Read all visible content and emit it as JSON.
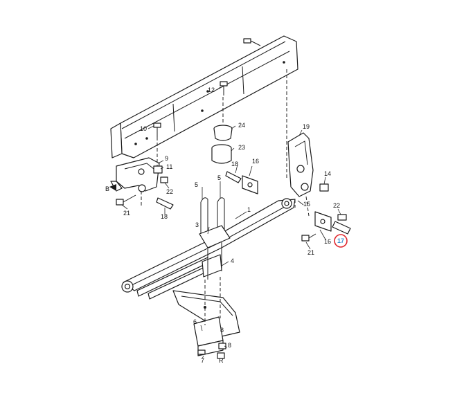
{
  "diagram": {
    "highlight_color": "#e0262d",
    "highlight_text_color": "#3a8fd0",
    "callouts": {
      "c1": "1",
      "c3": "3",
      "c4": "4",
      "c5a": "5",
      "c5b": "5",
      "c6": "6",
      "c7": "7",
      "c8a": "8",
      "c8b": "8",
      "c9": "9",
      "c10": "10",
      "c11": "11",
      "c12": "12",
      "c14": "14",
      "c15": "15",
      "c16a": "16",
      "c16b": "16",
      "c17": "17",
      "c18a": "18",
      "c18b": "18",
      "c19": "19",
      "c21a": "21",
      "c21b": "21",
      "c22a": "22",
      "c22b": "22",
      "c23": "23",
      "c24": "24",
      "cB": "B",
      "cR": "R"
    }
  }
}
